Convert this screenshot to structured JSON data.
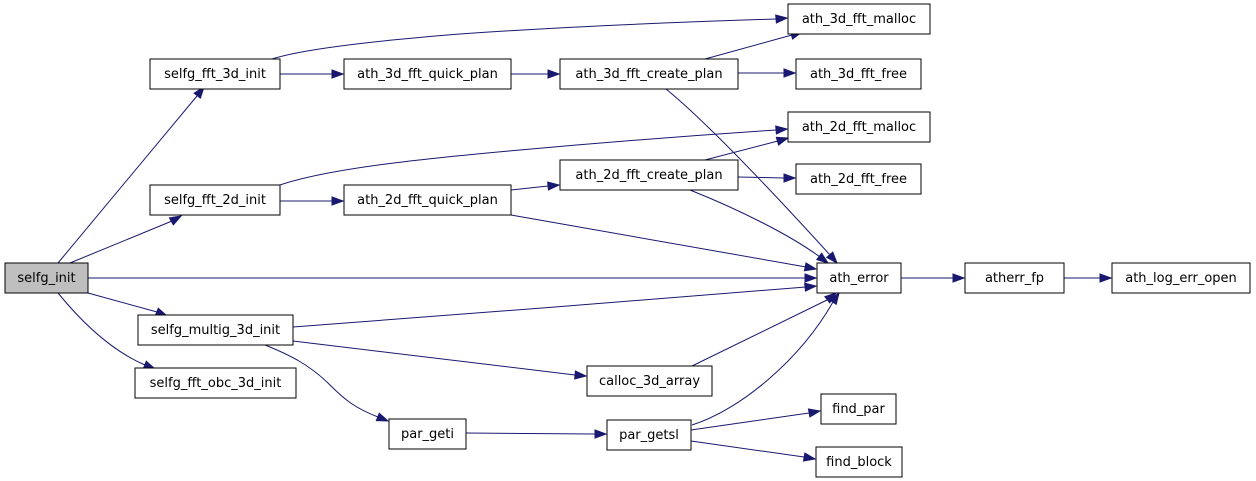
{
  "graph": {
    "edge_color": "#191970",
    "root_fill": "#bfbfbf",
    "nodes": {
      "selfg_init": "selfg_init",
      "selfg_fft_3d_init": "selfg_fft_3d_init",
      "selfg_fft_2d_init": "selfg_fft_2d_init",
      "selfg_multig_3d_init": "selfg_multig_3d_init",
      "selfg_fft_obc_3d_init": "selfg_fft_obc_3d_init",
      "ath_3d_fft_quick_plan": "ath_3d_fft_quick_plan",
      "ath_2d_fft_quick_plan": "ath_2d_fft_quick_plan",
      "ath_3d_fft_create_plan": "ath_3d_fft_create_plan",
      "ath_2d_fft_create_plan": "ath_2d_fft_create_plan",
      "ath_3d_fft_malloc": "ath_3d_fft_malloc",
      "ath_3d_fft_free": "ath_3d_fft_free",
      "ath_2d_fft_malloc": "ath_2d_fft_malloc",
      "ath_2d_fft_free": "ath_2d_fft_free",
      "ath_error": "ath_error",
      "atherr_fp": "atherr_fp",
      "ath_log_err_open": "ath_log_err_open",
      "calloc_3d_array": "calloc_3d_array",
      "par_geti": "par_geti",
      "par_getsl": "par_getsl",
      "find_par": "find_par",
      "find_block": "find_block"
    },
    "edges": [
      [
        "selfg_init",
        "selfg_fft_3d_init"
      ],
      [
        "selfg_init",
        "selfg_fft_2d_init"
      ],
      [
        "selfg_init",
        "ath_error"
      ],
      [
        "selfg_init",
        "selfg_multig_3d_init"
      ],
      [
        "selfg_init",
        "selfg_fft_obc_3d_init"
      ],
      [
        "selfg_fft_3d_init",
        "ath_3d_fft_quick_plan"
      ],
      [
        "selfg_fft_3d_init",
        "ath_3d_fft_malloc"
      ],
      [
        "ath_3d_fft_quick_plan",
        "ath_3d_fft_create_plan"
      ],
      [
        "ath_3d_fft_create_plan",
        "ath_3d_fft_malloc"
      ],
      [
        "ath_3d_fft_create_plan",
        "ath_3d_fft_free"
      ],
      [
        "ath_3d_fft_create_plan",
        "ath_error"
      ],
      [
        "selfg_fft_2d_init",
        "ath_2d_fft_quick_plan"
      ],
      [
        "selfg_fft_2d_init",
        "ath_2d_fft_malloc"
      ],
      [
        "ath_2d_fft_quick_plan",
        "ath_2d_fft_create_plan"
      ],
      [
        "ath_2d_fft_quick_plan",
        "ath_error"
      ],
      [
        "ath_2d_fft_create_plan",
        "ath_2d_fft_malloc"
      ],
      [
        "ath_2d_fft_create_plan",
        "ath_2d_fft_free"
      ],
      [
        "ath_2d_fft_create_plan",
        "ath_error"
      ],
      [
        "selfg_multig_3d_init",
        "ath_error"
      ],
      [
        "selfg_multig_3d_init",
        "calloc_3d_array"
      ],
      [
        "selfg_multig_3d_init",
        "par_geti"
      ],
      [
        "calloc_3d_array",
        "ath_error"
      ],
      [
        "par_geti",
        "par_getsl"
      ],
      [
        "par_getsl",
        "ath_error"
      ],
      [
        "par_getsl",
        "find_par"
      ],
      [
        "par_getsl",
        "find_block"
      ],
      [
        "ath_error",
        "atherr_fp"
      ],
      [
        "atherr_fp",
        "ath_log_err_open"
      ]
    ]
  }
}
